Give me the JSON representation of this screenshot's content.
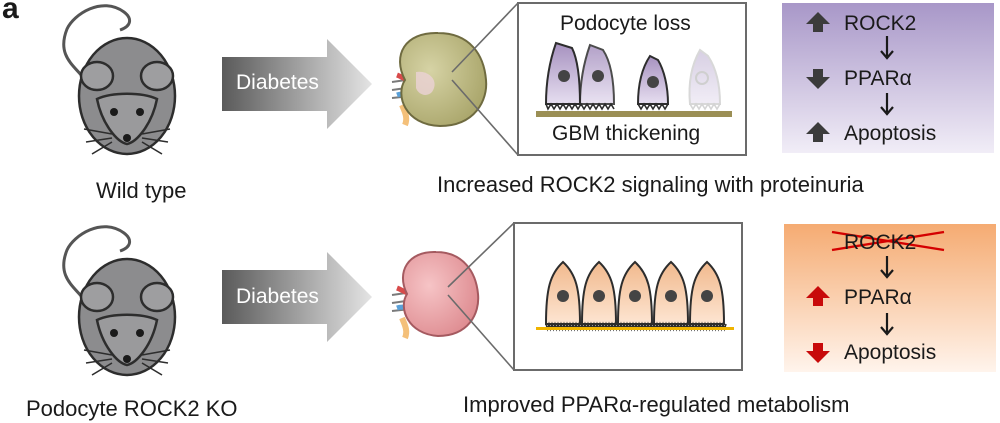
{
  "panel_letter": "a",
  "rows": [
    {
      "genotype_label": "Wild type",
      "arrow_label": "Diabetes",
      "inset_top_label": "Podocyte loss",
      "inset_bottom_label": "GBM thickening",
      "caption": "Increased ROCK2 signaling with proteinuria",
      "pathway": [
        {
          "text": "ROCK2",
          "marker": "up-arrow",
          "struck": false
        },
        {
          "text": "PPARα",
          "marker": "down-arrow",
          "struck": false
        },
        {
          "text": "Apoptosis",
          "marker": "up-arrow",
          "struck": false
        }
      ]
    },
    {
      "genotype_label": "Podocyte ROCK2 KO",
      "arrow_label": "Diabetes",
      "caption": "Improved PPARα-regulated metabolism",
      "pathway": [
        {
          "text": "ROCK2",
          "marker": "none",
          "struck": true
        },
        {
          "text": "PPARα",
          "marker": "up-arrow",
          "struck": false
        },
        {
          "text": "Apoptosis",
          "marker": "down-arrow",
          "struck": false
        }
      ]
    }
  ],
  "colors": {
    "mouse": "#8c8c8e",
    "kidney_wt": "#c3c08c",
    "kidney_ko": "#eaa1a5",
    "podocyte_wt": "#b6a6c8",
    "podocyte_ko": "#f4c9a6",
    "gbm_wt": "#9b8f55",
    "gbm_ko": "#f0b400",
    "box_wt": "#b3a4cf",
    "box_ko": "#f7b98b",
    "marker_wt": "#3b3b3b",
    "marker_ko": "#c80a0a",
    "strike": "#d40000"
  }
}
